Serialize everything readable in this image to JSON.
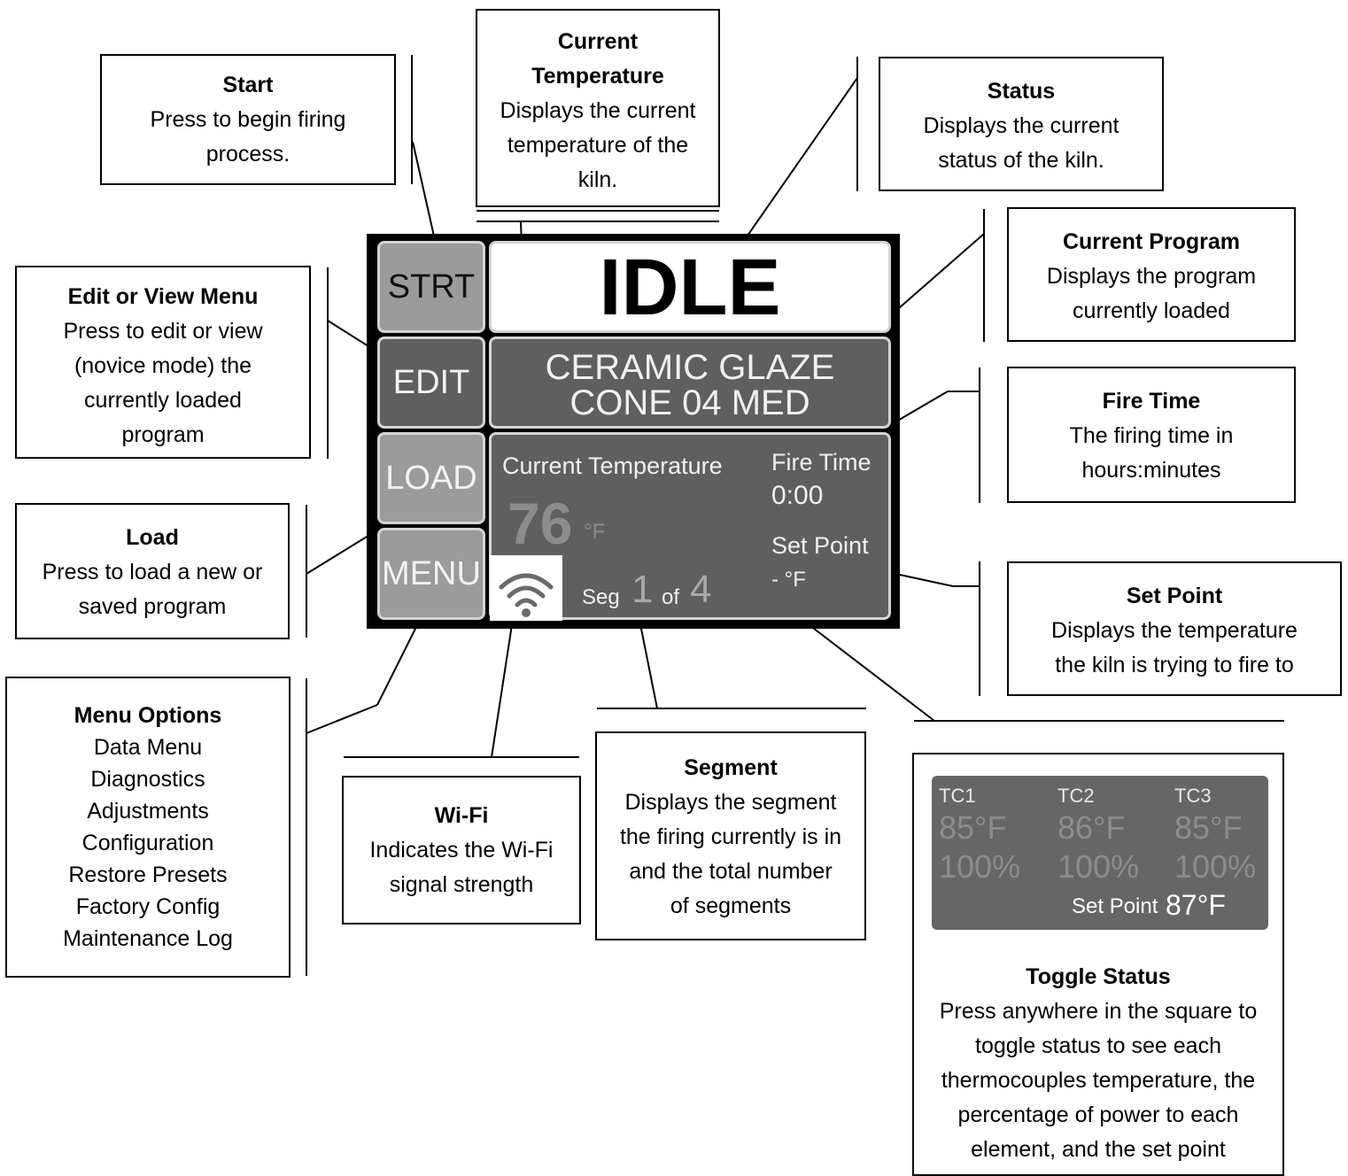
{
  "screen": {
    "buttons": {
      "start": "STRT",
      "edit": "EDIT",
      "load": "LOAD",
      "menu": "MENU"
    },
    "status": "IDLE",
    "program_line1": "CERAMIC GLAZE",
    "program_line2": "CONE 04 MED",
    "current_temp_label": "Current Temperature",
    "current_temp_value": "76",
    "current_temp_unit": "°F",
    "fire_time_label": "Fire Time",
    "fire_time_value": "0:00",
    "set_point_label": "Set Point",
    "set_point_value": "- °F",
    "seg_label": "Seg",
    "seg_current": "1",
    "seg_of": "of",
    "seg_total": "4"
  },
  "toggle_screen": {
    "tc1_label": "TC1",
    "tc1_temp": "85°F",
    "tc1_power": "100%",
    "tc2_label": "TC2",
    "tc2_temp": "86°F",
    "tc2_power": "100%",
    "tc3_label": "TC3",
    "tc3_temp": "85°F",
    "tc3_power": "100%",
    "set_point_label": "Set Point",
    "set_point_value": "87°F"
  },
  "callouts": {
    "start": {
      "title": "Start",
      "desc": "Press to begin firing\nprocess."
    },
    "current_temp": {
      "title": "Current\nTemperature",
      "desc": "Displays the current\ntemperature of the\nkiln."
    },
    "status": {
      "title": "Status",
      "desc": "Displays the current\nstatus of the kiln."
    },
    "edit": {
      "title": "Edit or View Menu",
      "desc": "Press to edit or view\n(novice mode) the\ncurrently loaded\nprogram"
    },
    "current_program": {
      "title": "Current Program",
      "desc": "Displays the program\ncurrently loaded"
    },
    "fire_time": {
      "title": "Fire Time",
      "desc": "The firing time in\nhours:minutes"
    },
    "load": {
      "title": "Load",
      "desc": "Press to load a new or\nsaved program"
    },
    "set_point": {
      "title": "Set Point",
      "desc": "Displays the temperature\nthe kiln is trying to fire to"
    },
    "menu": {
      "title": "Menu Options",
      "desc": "Data Menu\nDiagnostics\nAdjustments\nConfiguration\nRestore Presets\nFactory Config\nMaintenance Log"
    },
    "wifi": {
      "title": "Wi-Fi",
      "desc": "Indicates the Wi-Fi\nsignal strength"
    },
    "segment": {
      "title": "Segment",
      "desc": "Displays the segment\nthe firing currently is in\nand the total number\nof segments"
    },
    "toggle": {
      "title": "Toggle Status",
      "desc": "Press anywhere in the square to\ntoggle status to see each\nthermocouples temperature, the\npercentage of power to each\nelement, and the set point"
    }
  }
}
